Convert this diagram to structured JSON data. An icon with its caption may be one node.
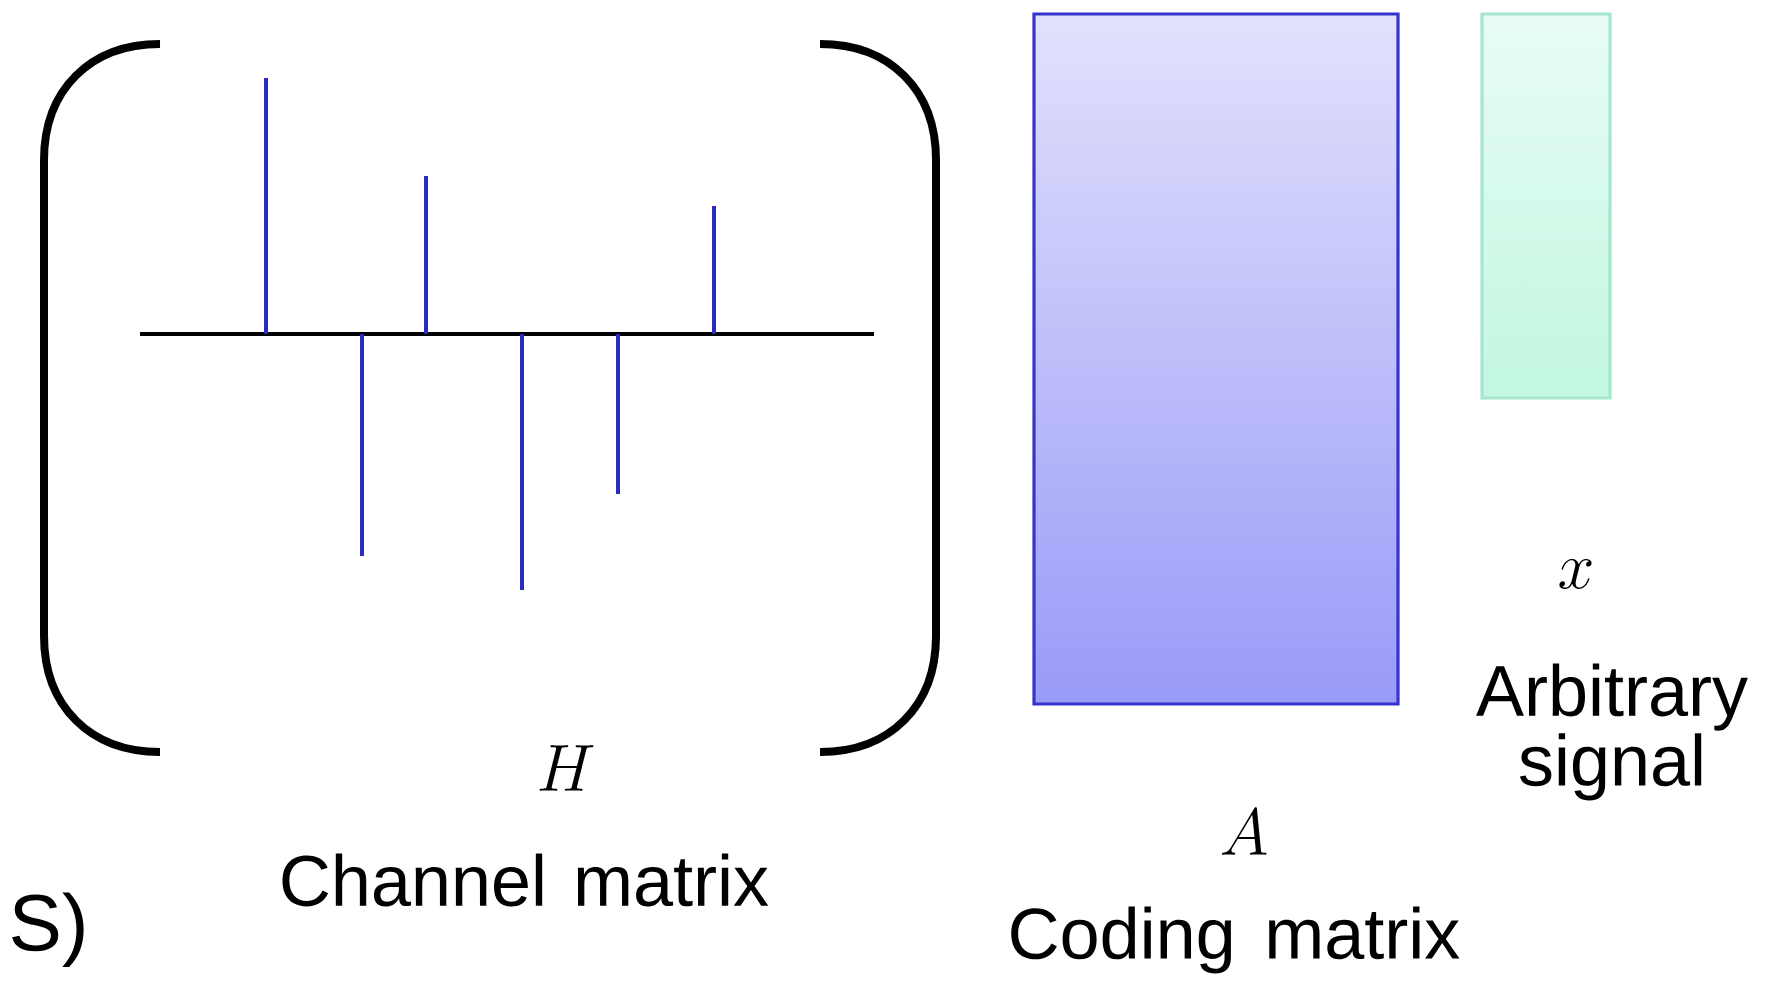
{
  "diagram": {
    "nodes": [
      {
        "text": [
          "H"
        ],
        "beside": [
          "Channel matrix"
        ]
      },
      {
        "text": [],
        "shape": "box",
        "beside": [
          "A",
          "Coding matrix"
        ]
      },
      {
        "text": [],
        "shape": "box",
        "beside": [
          "x",
          "Arbitrary signal"
        ]
      }
    ],
    "labels": [
      "S)"
    ]
  }
}
